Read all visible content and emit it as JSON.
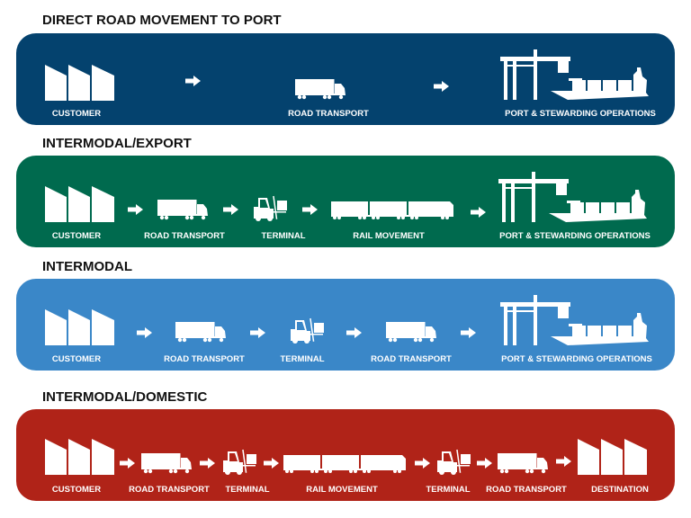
{
  "flows": [
    {
      "title": "DIRECT ROAD MOVEMENT TO PORT",
      "color": "#04426e",
      "steps": [
        "CUSTOMER",
        "ROAD TRANSPORT",
        "PORT & STEWARDING OPERATIONS"
      ]
    },
    {
      "title": "INTERMODAL/EXPORT",
      "color": "#006a4e",
      "steps": [
        "CUSTOMER",
        "ROAD TRANSPORT",
        "TERMINAL",
        "RAIL MOVEMENT",
        "PORT & STEWARDING OPERATIONS"
      ]
    },
    {
      "title": "INTERMODAL",
      "color": "#3a87c8",
      "steps": [
        "CUSTOMER",
        "ROAD TRANSPORT",
        "TERMINAL",
        "ROAD TRANSPORT",
        "PORT & STEWARDING OPERATIONS"
      ]
    },
    {
      "title": "INTERMODAL/DOMESTIC",
      "color": "#b02318",
      "steps": [
        "CUSTOMER",
        "ROAD TRANSPORT",
        "TERMINAL",
        "RAIL MOVEMENT",
        "TERMINAL",
        "ROAD TRANSPORT",
        "DESTINATION"
      ]
    }
  ],
  "icons": {
    "customer": "factory-icon",
    "road": "truck-icon",
    "terminal": "forklift-icon",
    "rail": "train-icon",
    "port": "crane-ship-icon",
    "destination": "factory-icon",
    "arrow": "arrow-right-icon"
  }
}
